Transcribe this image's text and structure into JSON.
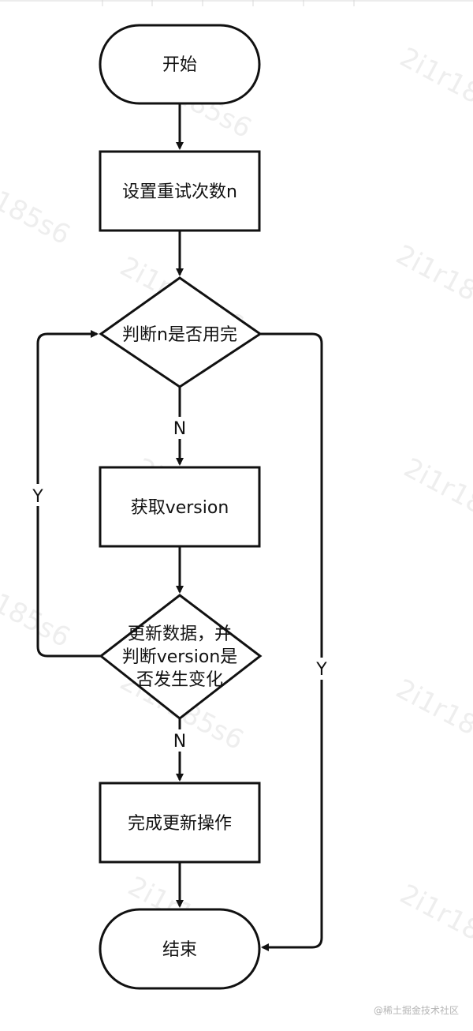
{
  "diagram": {
    "nodes": {
      "start": {
        "label": "开始"
      },
      "set_retries": {
        "label": "设置重试次数n"
      },
      "check_n": {
        "label": "判断n是否用完"
      },
      "get_version": {
        "label": "获取version"
      },
      "update_check": {
        "lines": [
          "更新数据，并",
          "判断version是",
          "否发生变化"
        ]
      },
      "finish_update": {
        "label": "完成更新操作"
      },
      "end": {
        "label": "结束"
      }
    },
    "edge_labels": {
      "check_n_to_get_version": "N",
      "update_check_to_finish": "N",
      "update_check_loop_back": "Y",
      "check_n_to_end": "Y"
    }
  },
  "watermark": {
    "text": "2i1r185s6"
  },
  "credit": "@稀土掘金技术社区",
  "colors": {
    "stroke": "#111111",
    "text": "#111111",
    "watermark": "#eeeeee",
    "credit": "#b5b5b5",
    "top_border": "#d9d9d9"
  }
}
